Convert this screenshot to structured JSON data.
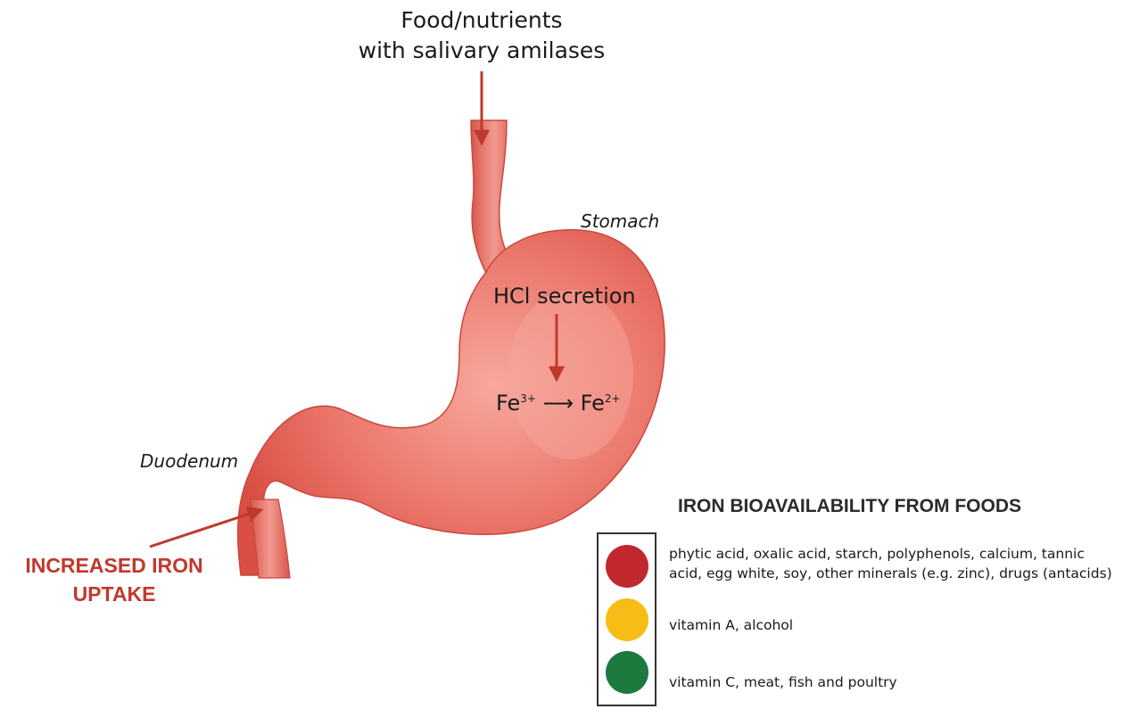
{
  "labels": {
    "food_line1": "Food/nutrients",
    "food_line2": "with salivary amilases",
    "stomach": "Stomach",
    "hcl": "HCl secretion",
    "fe_left": "Fe",
    "fe_left_sup": "3+",
    "fe_arrow": "⟶",
    "fe_right": "Fe",
    "fe_right_sup": "2+",
    "duodenum": "Duodenum",
    "uptake_line1": "INCREASED IRON",
    "uptake_line2": "UPTAKE"
  },
  "legend": {
    "title": "IRON BIOAVAILABILITY FROM FOODS",
    "items": [
      {
        "color": "#c0282d",
        "line1": "phytic acid, oxalic acid, starch, polyphenols, calcium, tannic",
        "line2": "acid, egg white, soy, other minerals (e.g. zinc), drugs (antacids)"
      },
      {
        "color": "#f7bd16",
        "line1": "vitamin A, alcohol",
        "line2": ""
      },
      {
        "color": "#1d7a3f",
        "line1": "vitamin C, meat, fish and poultry",
        "line2": ""
      }
    ]
  },
  "colors": {
    "stomach_fill": "#e5655a",
    "stomach_highlight": "#f7a89d",
    "arrow": "#c0392b"
  }
}
